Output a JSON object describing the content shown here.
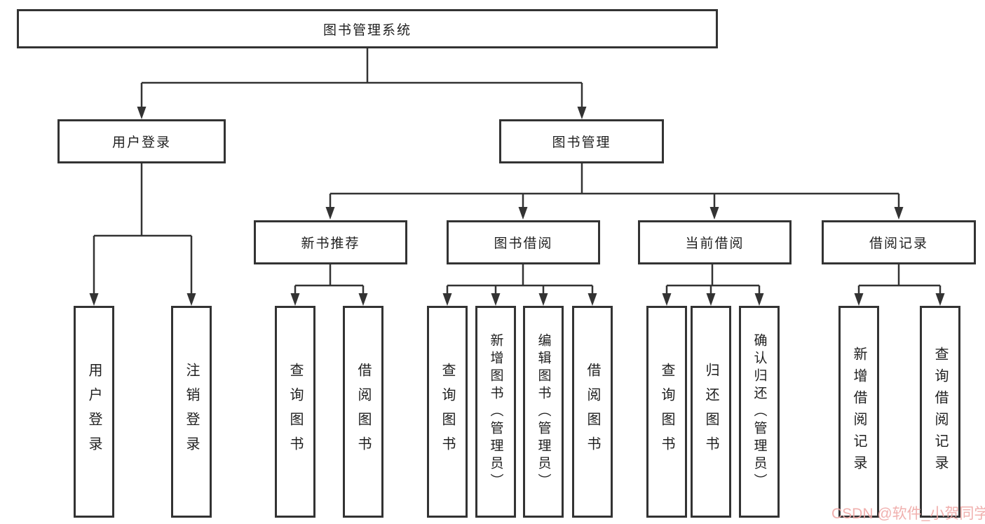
{
  "diagram": {
    "title": "图书管理系统",
    "branches": {
      "user_login": {
        "label": "用户登录",
        "children": [
          "用户登录",
          "注销登录"
        ]
      },
      "book_management": {
        "label": "图书管理",
        "sections": [
          {
            "label": "新书推荐",
            "children": [
              "查询图书",
              "借阅图书"
            ]
          },
          {
            "label": "图书借阅",
            "children": [
              "查询图书",
              "新增图书（管理员）",
              "编辑图书（管理员）",
              "借阅图书"
            ]
          },
          {
            "label": "当前借阅",
            "children": [
              "查询图书",
              "归还图书",
              "确认归还（管理员）"
            ]
          },
          {
            "label": "借阅记录",
            "children": [
              "新增借阅记录",
              "查询借阅记录"
            ]
          }
        ]
      }
    },
    "watermark": "CSDN @软件_小贺同学",
    "colors": {
      "line": "#333333",
      "box_border": "#333333",
      "text": "#1f1f1f",
      "watermark": "#efa8a6",
      "background": "#ffffff"
    }
  }
}
